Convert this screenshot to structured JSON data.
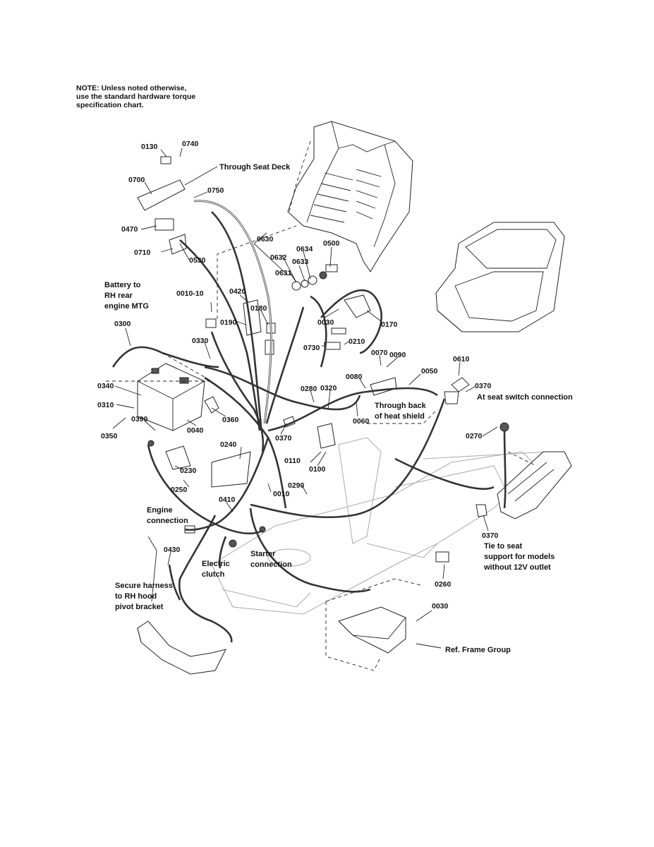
{
  "note": {
    "lines": [
      "NOTE: Unless noted otherwise,",
      "use the standard hardware torque",
      "specification chart."
    ]
  },
  "part_labels": [
    "0130",
    "0740",
    "0700",
    "0750",
    "0470",
    "0710",
    "0530",
    "0630",
    "0632",
    "0634",
    "0500",
    "0633",
    "0631",
    "0010-10",
    "0420",
    "0180",
    "0190",
    "0030",
    "0170",
    "0730",
    "0210",
    "0300",
    "0330",
    "0070",
    "0090",
    "0050",
    "0610",
    "0080",
    "0320",
    "0280",
    "0370",
    "0340",
    "0310",
    "0350",
    "0390",
    "0040",
    "0360",
    "0060",
    "0370",
    "0110",
    "0100",
    "0270",
    "0240",
    "0230",
    "0250",
    "0010",
    "0290",
    "0410",
    "0370",
    "0430",
    "0260",
    "0030"
  ],
  "callouts": {
    "through_seat_deck": "Through Seat Deck",
    "battery": [
      "Battery to",
      "RH rear",
      "engine MTG"
    ],
    "heat_shield": [
      "Through back",
      "of heat shield"
    ],
    "seat_switch": "At seat switch connection",
    "engine_connection": [
      "Engine",
      "connection"
    ],
    "tie_to_seat": [
      "Tie to seat",
      "support for models",
      "without 12V outlet"
    ],
    "electric_clutch": [
      "Electric",
      "clutch"
    ],
    "starter": [
      "Starter",
      "connection"
    ],
    "secure_harness": [
      "Secure harness",
      "to RH hood",
      "pivot bracket"
    ],
    "ref_frame": "Ref. Frame Group"
  }
}
